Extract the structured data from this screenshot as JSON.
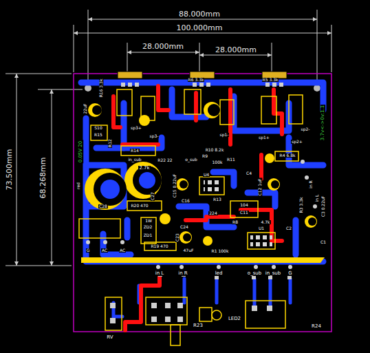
{
  "diagram": {
    "labels": [
      "88.000mm",
      "100.000mm",
      "28.000mm",
      "28.000mm",
      "73.500mm",
      "68.268mm",
      "R16 3.3k",
      "R6 3.3k",
      "R5 3.3k",
      "22uF",
      "S10",
      "R15",
      "sp3+",
      "sp3-",
      "R10 8.2k",
      "R9",
      "100k",
      "o_sub",
      "in_sub",
      "2.7k",
      "R22 22",
      "C28",
      "C27",
      "R20 470",
      "C15 0.22uF",
      "C16",
      "U4",
      "R13",
      "C4",
      "C12 1uF",
      "R4 6.8k",
      "sp1-",
      "sp1+",
      "sp2+",
      "sp2-",
      "in R",
      "in L",
      "R3 3.3k",
      "C3 0.22uF",
      "C1",
      "C2",
      "104",
      "C11",
      "224",
      "4.7k",
      "R8",
      "U1",
      "R1 100k",
      "47uF",
      "C23",
      "C24",
      "ZD2",
      "ZD1",
      "1W",
      "R19 470",
      "AC",
      "AC",
      "G",
      "red",
      "0.05V 20",
      "3.7v<->0v:1.1",
      "R11",
      "R12",
      "R14",
      "in L",
      "in R",
      "led",
      "o_sub",
      "in_sub",
      "G",
      "R23",
      "LED2",
      "R24",
      "RV"
    ]
  }
}
